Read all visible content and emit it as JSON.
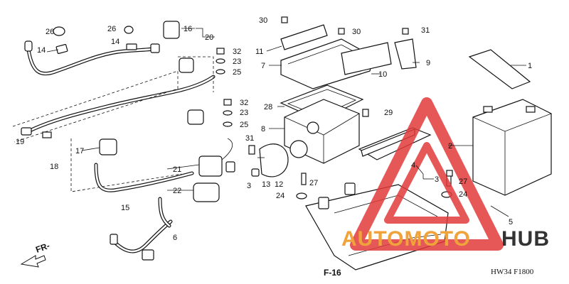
{
  "diagram": {
    "callouts": [
      "1",
      "2",
      "3",
      "3",
      "4",
      "5",
      "6",
      "7",
      "8",
      "9",
      "10",
      "11",
      "12",
      "13",
      "14",
      "14",
      "15",
      "16",
      "17",
      "18",
      "19",
      "20",
      "21",
      "22",
      "23",
      "23",
      "24",
      "24",
      "25",
      "25",
      "26",
      "26",
      "27",
      "27",
      "28",
      "29",
      "30",
      "30",
      "31",
      "31",
      "32",
      "32"
    ],
    "reference_label": "F-16",
    "direction_label": "FR-",
    "drawing_code": "HW34 F1800"
  },
  "watermark": {
    "text_moto": "AUTOMOTO",
    "text_hub": "HUB",
    "colors": {
      "triangle": "#e23b3b",
      "moto": "#f0a33a",
      "hub": "#333333"
    }
  }
}
